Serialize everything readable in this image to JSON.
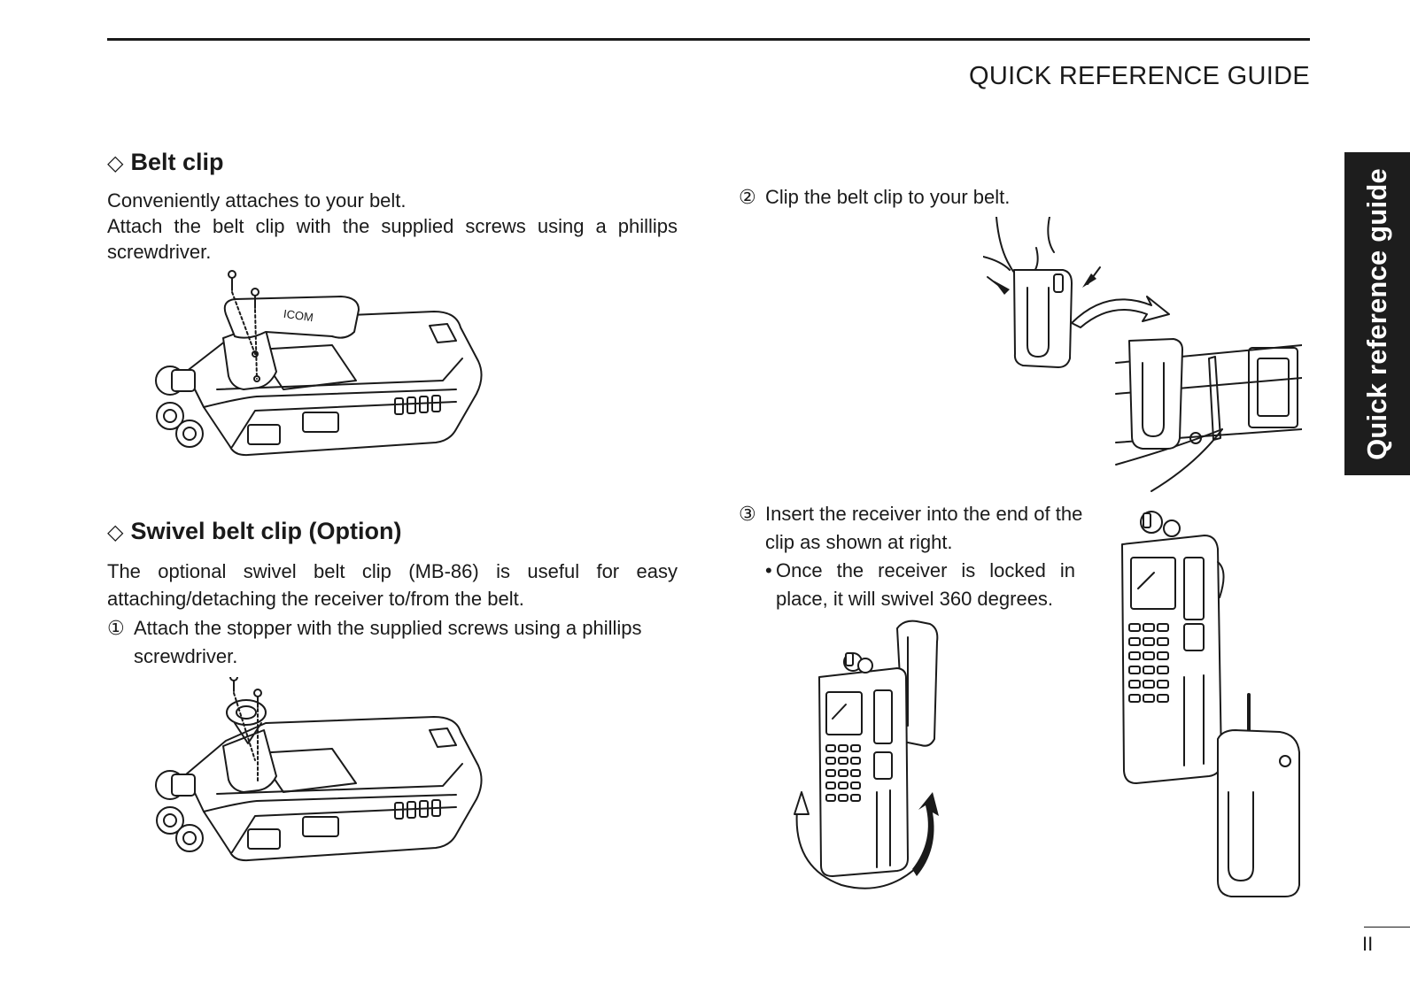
{
  "header": {
    "title": "QUICK REFERENCE GUIDE",
    "side_tab": "Quick reference guide"
  },
  "belt_clip": {
    "heading_symbol": "◇",
    "heading": "Belt clip",
    "line1": "Conveniently attaches to your belt.",
    "line2": "Attach the belt clip with the supplied screws using a phillips screwdriver.",
    "clip_brand": "ICOM"
  },
  "swivel_clip": {
    "heading_symbol": "◇",
    "heading": "Swivel belt clip (Option)",
    "description": "The optional swivel belt clip (MB-86) is useful for easy attaching/detaching the receiver to/from the belt.",
    "step1_num": "①",
    "step1": "Attach the stopper with the supplied screws using a phillips screwdriver."
  },
  "right_column": {
    "step2_num": "②",
    "step2": "Clip the belt clip to your belt.",
    "step3_num": "③",
    "step3": "Insert the receiver into the end of the clip as shown at right.",
    "bullet_symbol": "•",
    "bullet": "Once the receiver is locked in place, it will swivel 360 degrees."
  },
  "footer": {
    "page_number": "II"
  },
  "icons": [
    "diamond-icon",
    "screw-icon",
    "arrow-icon"
  ]
}
